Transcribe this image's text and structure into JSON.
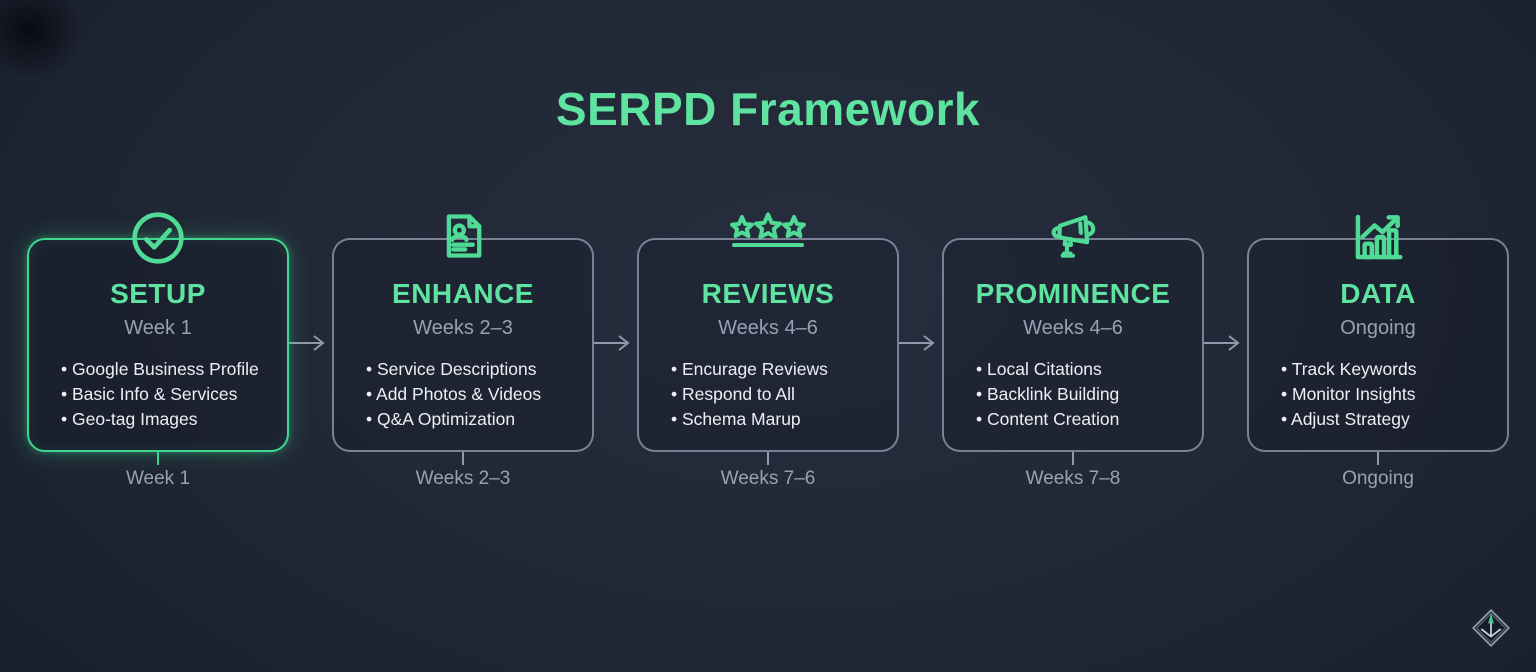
{
  "title": "SERPD Framework",
  "colors": {
    "accent_green": "#5FE3A0",
    "highlight_border": "#3FD68F",
    "card_border": "#8E99AB",
    "text_primary": "#ECEFF3",
    "text_muted": "#98A2B0",
    "background": "#1C2230"
  },
  "stages": [
    {
      "icon": "check-circle-icon",
      "heading": "SETUP",
      "subtitle": "Week 1",
      "bullets": [
        "Google Business Profile",
        "Basic Info & Services",
        "Geo-tag Images"
      ],
      "timeline_label": "Week 1",
      "highlighted": true
    },
    {
      "icon": "profile-document-icon",
      "heading": "ENHANCE",
      "subtitle": "Weeks 2–3",
      "bullets": [
        "Service Descriptions",
        "Add Photos & Videos",
        "Q&A Optimization"
      ],
      "timeline_label": "Weeks 2–3",
      "highlighted": false
    },
    {
      "icon": "three-stars-icon",
      "heading": "REVIEWS",
      "subtitle": "Weeks 4–6",
      "bullets": [
        "Encurage Reviews",
        "Respond to All",
        "Schema Marup"
      ],
      "timeline_label": "Weeks 7–6",
      "highlighted": false
    },
    {
      "icon": "megaphone-icon",
      "heading": "PROMINENCE",
      "subtitle": "Weeks 4–6",
      "bullets": [
        "Local Citations",
        "Backlink Building",
        "Content Creation"
      ],
      "timeline_label": "Weeks 7–8",
      "highlighted": false
    },
    {
      "icon": "bar-chart-icon",
      "heading": "DATA",
      "subtitle": "Ongoing",
      "bullets": [
        "Track Keywords",
        "Monitor Insights",
        "Adjust Strategy"
      ],
      "timeline_label": "Ongoing",
      "highlighted": false
    }
  ],
  "logo": {
    "name": "arrow-diamond-logo"
  }
}
